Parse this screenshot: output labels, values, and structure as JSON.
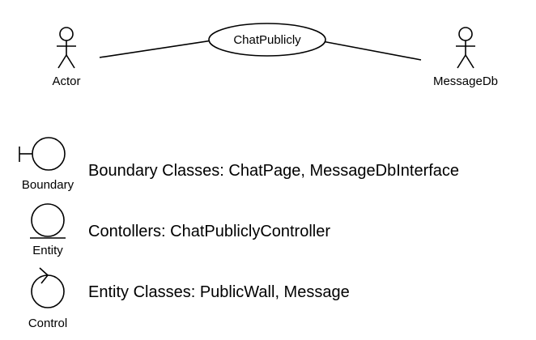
{
  "use_case_diagram": {
    "actors": [
      {
        "id": "actor",
        "label": "Actor"
      },
      {
        "id": "message-db",
        "label": "MessageDb"
      }
    ],
    "use_case": {
      "label": "ChatPublicly"
    }
  },
  "legend": {
    "boundary": {
      "icon_label": "Boundary",
      "description": "Boundary Classes: ChatPage, MessageDbInterface"
    },
    "entity": {
      "icon_label": "Entity",
      "description": "Contollers: ChatPubliclyController"
    },
    "control": {
      "icon_label": "Control",
      "description": "Entity Classes: PublicWall, Message"
    }
  }
}
